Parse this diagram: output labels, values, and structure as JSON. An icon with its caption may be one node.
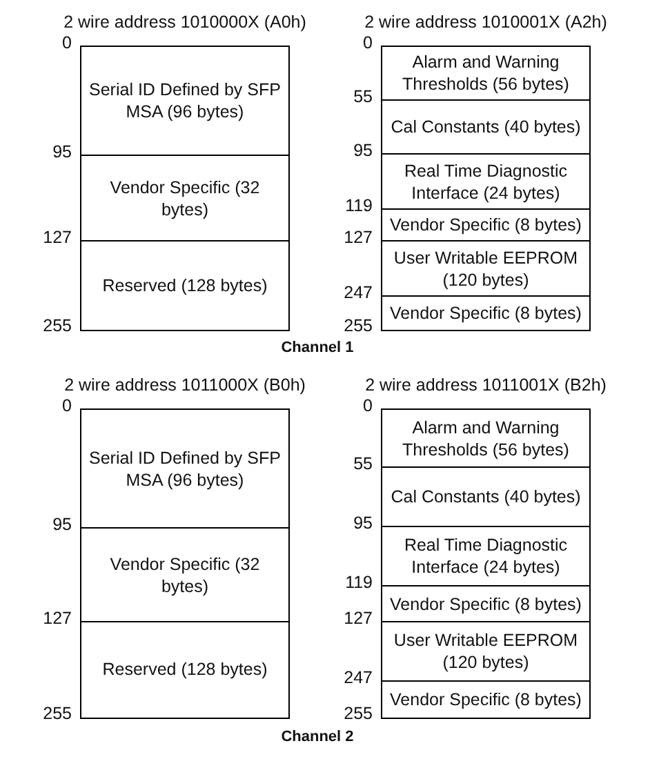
{
  "diagram": {
    "nodes": [
      {
        "text": [
          "Serial ID Defined by SFP MSA (96 bytes)"
        ]
      },
      {
        "text": [
          "Vendor Specific (32 bytes)"
        ]
      },
      {
        "text": [
          "Reserved (128 bytes)"
        ]
      },
      {
        "text": [
          "Alarm and Warning Thresholds (56 bytes)"
        ]
      },
      {
        "text": [
          "Cal Constants (40 bytes)"
        ]
      },
      {
        "text": [
          "Real Time Diagnostic Interface (24 bytes)"
        ]
      },
      {
        "text": [
          "Vendor Specific (8 bytes)"
        ]
      },
      {
        "text": [
          "User Writable EEPROM (120 bytes)"
        ]
      },
      {
        "text": [
          "Vendor Specific (8 bytes)"
        ]
      },
      {
        "text": [
          "Serial ID Defined by SFP MSA (96 bytes)"
        ]
      },
      {
        "text": [
          "Vendor Specific (32 bytes)"
        ]
      },
      {
        "text": [
          "Reserved (128 bytes)"
        ]
      },
      {
        "text": [
          "Alarm and Warning Thresholds (56 bytes)"
        ]
      },
      {
        "text": [
          "Cal Constants (40 bytes)"
        ]
      },
      {
        "text": [
          "Real Time Diagnostic Interface (24 bytes)"
        ]
      },
      {
        "text": [
          "Vendor Specific (8 bytes)"
        ]
      },
      {
        "text": [
          "User Writable EEPROM (120 bytes)"
        ]
      },
      {
        "text": [
          "Vendor Specific (8 bytes)"
        ]
      }
    ],
    "labels": [
      "2 wire address 1010000X (A0h)",
      "2 wire address 1010001X (A2h)",
      "0",
      "95",
      "127",
      "255",
      "0",
      "55",
      "95",
      "119",
      "127",
      "247",
      "255",
      "Channel 1",
      "2 wire address 1011000X (B0h)",
      "2 wire address 1011001X (B2h)",
      "0",
      "95",
      "127",
      "255",
      "0",
      "55",
      "95",
      "119",
      "127",
      "247",
      "255",
      "Channel 2"
    ]
  }
}
